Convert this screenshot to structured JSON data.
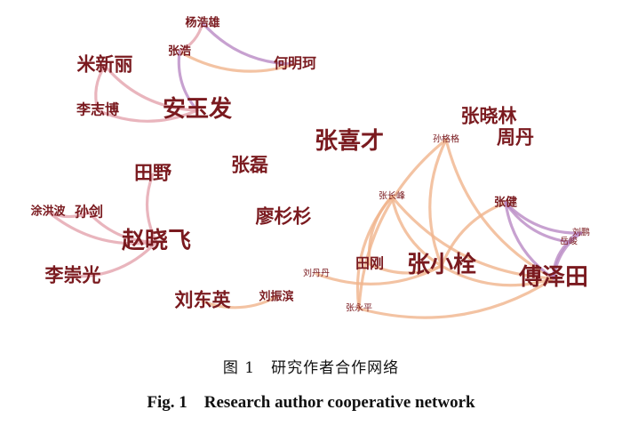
{
  "figure": {
    "caption_cn": "图 1　研究作者合作网络",
    "caption_en": "Fig. 1　Research author cooperative network"
  },
  "colors": {
    "node_text": "#7a1a1f",
    "edge_orange": "#f0b48c",
    "edge_pink": "#e3a3ad",
    "edge_purple": "#b98ac4"
  },
  "nodes": [
    {
      "id": "yang_haoxiong",
      "label": "杨浩雄",
      "size": "small"
    },
    {
      "id": "zhang_hao",
      "label": "张浩",
      "size": "small"
    },
    {
      "id": "he_mingke",
      "label": "何明珂",
      "size": "medium"
    },
    {
      "id": "mi_xinli",
      "label": "米新丽",
      "size": "large"
    },
    {
      "id": "li_zhibo",
      "label": "李志博",
      "size": "medium"
    },
    {
      "id": "an_yufa",
      "label": "安玉发",
      "size": "xlarge"
    },
    {
      "id": "zhang_xiaolin",
      "label": "张晓林",
      "size": "large"
    },
    {
      "id": "sun_gege",
      "label": "孙格格",
      "size": "tiny"
    },
    {
      "id": "zhou_dan",
      "label": "周丹",
      "size": "large"
    },
    {
      "id": "zhang_xicai",
      "label": "张喜才",
      "size": "xlarge"
    },
    {
      "id": "tian_ye",
      "label": "田野",
      "size": "large"
    },
    {
      "id": "zhang_lei",
      "label": "张磊",
      "size": "large"
    },
    {
      "id": "tu_hongbo",
      "label": "涂洪波",
      "size": "small"
    },
    {
      "id": "sun_jian",
      "label": "孙剑",
      "size": "medium"
    },
    {
      "id": "zhang_changfeng",
      "label": "张长峰",
      "size": "tiny"
    },
    {
      "id": "zhang_jian",
      "label": "张健",
      "size": "small"
    },
    {
      "id": "liao_shanshan",
      "label": "廖杉杉",
      "size": "large"
    },
    {
      "id": "liu_peng",
      "label": "刘鹏",
      "size": "tiny"
    },
    {
      "id": "lan_jun",
      "label": "岳峻",
      "size": "tiny"
    },
    {
      "id": "zhao_xiaofei",
      "label": "赵晓飞",
      "size": "xlarge"
    },
    {
      "id": "li_chongguang",
      "label": "李崇光",
      "size": "large"
    },
    {
      "id": "liu_danlan",
      "label": "刘丹丹",
      "size": "tiny"
    },
    {
      "id": "tian_gang",
      "label": "田刚",
      "size": "medium"
    },
    {
      "id": "zhang_xiaoshuan",
      "label": "张小栓",
      "size": "xlarge"
    },
    {
      "id": "fu_zetian",
      "label": "傅泽田",
      "size": "xlarge"
    },
    {
      "id": "liu_dongying",
      "label": "刘东英",
      "size": "large"
    },
    {
      "id": "liu_zhenbin",
      "label": "刘振滨",
      "size": "small"
    },
    {
      "id": "zhang_yongping",
      "label": "张永平",
      "size": "tiny"
    }
  ],
  "edges": [
    {
      "from": "zhang_hao",
      "to": "yang_haoxiong",
      "color": "pink"
    },
    {
      "from": "yang_haoxiong",
      "to": "he_mingke",
      "color": "purple"
    },
    {
      "from": "zhang_hao",
      "to": "he_mingke",
      "color": "orange"
    },
    {
      "from": "zhang_hao",
      "to": "an_yufa",
      "color": "purple"
    },
    {
      "from": "mi_xinli",
      "to": "li_zhibo",
      "color": "pink"
    },
    {
      "from": "li_zhibo",
      "to": "an_yufa",
      "color": "pink"
    },
    {
      "from": "mi_xinli",
      "to": "an_yufa",
      "color": "pink"
    },
    {
      "from": "tian_ye",
      "to": "zhao_xiaofei",
      "color": "pink"
    },
    {
      "from": "sun_jian",
      "to": "zhao_xiaofei",
      "color": "pink"
    },
    {
      "from": "tu_hongbo",
      "to": "sun_jian",
      "color": "pink"
    },
    {
      "from": "li_chongguang",
      "to": "zhao_xiaofei",
      "color": "pink"
    },
    {
      "from": "tu_hongbo",
      "to": "zhao_xiaofei",
      "color": "pink"
    },
    {
      "from": "liu_dongying",
      "to": "liu_zhenbin",
      "color": "orange"
    },
    {
      "from": "sun_gege",
      "to": "zhang_xiaoshuan",
      "color": "orange"
    },
    {
      "from": "sun_gege",
      "to": "fu_zetian",
      "color": "orange"
    },
    {
      "from": "sun_gege",
      "to": "zhang_yongping",
      "color": "orange"
    },
    {
      "from": "zhang_changfeng",
      "to": "zhang_xiaoshuan",
      "color": "orange"
    },
    {
      "from": "zhang_changfeng",
      "to": "fu_zetian",
      "color": "orange"
    },
    {
      "from": "zhang_changfeng",
      "to": "tian_gang",
      "color": "orange"
    },
    {
      "from": "zhang_changfeng",
      "to": "zhang_yongping",
      "color": "orange"
    },
    {
      "from": "liu_danlan",
      "to": "zhang_xiaoshuan",
      "color": "orange"
    },
    {
      "from": "tian_gang",
      "to": "zhang_xiaoshuan",
      "color": "orange"
    },
    {
      "from": "zhang_xiaoshuan",
      "to": "fu_zetian",
      "color": "orange"
    },
    {
      "from": "zhang_yongping",
      "to": "fu_zetian",
      "color": "orange"
    },
    {
      "from": "zhang_jian",
      "to": "zhang_xiaoshuan",
      "color": "orange"
    },
    {
      "from": "zhang_jian",
      "to": "fu_zetian",
      "color": "purple"
    },
    {
      "from": "zhang_jian",
      "to": "lan_jun",
      "color": "purple"
    },
    {
      "from": "zhang_jian",
      "to": "liu_peng",
      "color": "purple"
    },
    {
      "from": "liu_peng",
      "to": "fu_zetian",
      "color": "purple"
    },
    {
      "from": "lan_jun",
      "to": "fu_zetian",
      "color": "purple"
    },
    {
      "from": "liu_peng",
      "to": "lan_jun",
      "color": "purple"
    }
  ]
}
